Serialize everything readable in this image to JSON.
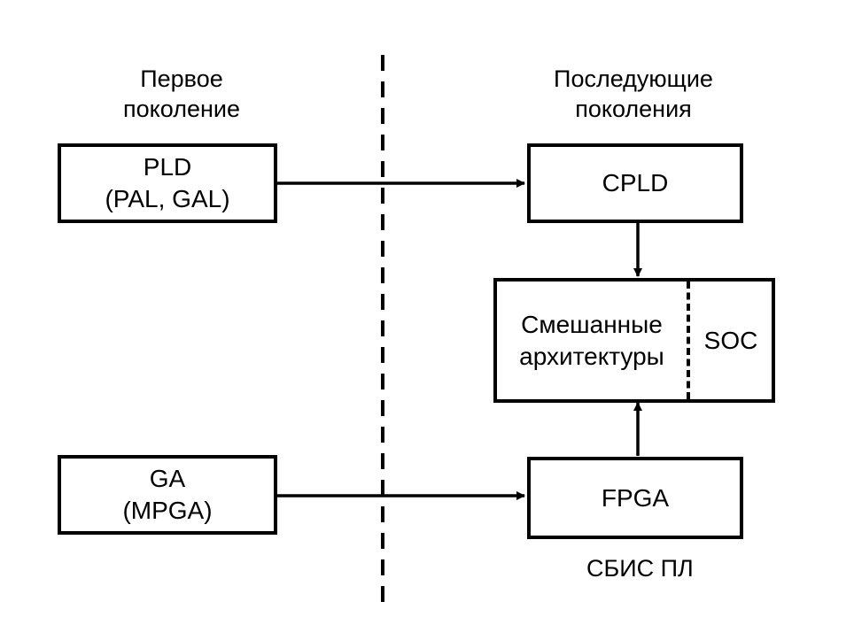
{
  "headings": {
    "first_generation": "Первое\nпоколение",
    "next_generations": "Последующие\nпоколения"
  },
  "boxes": {
    "pld": "PLD\n(PAL, GAL)",
    "ga": "GA\n(MPGA)",
    "cpld": "CPLD",
    "mixed_architectures": "Смешанные\nархитектуры",
    "soc": "SOC",
    "fpga": "FPGA"
  },
  "footer": {
    "label": "СБИС ПЛ"
  },
  "colors": {
    "line": "#000000",
    "background": "#ffffff"
  }
}
